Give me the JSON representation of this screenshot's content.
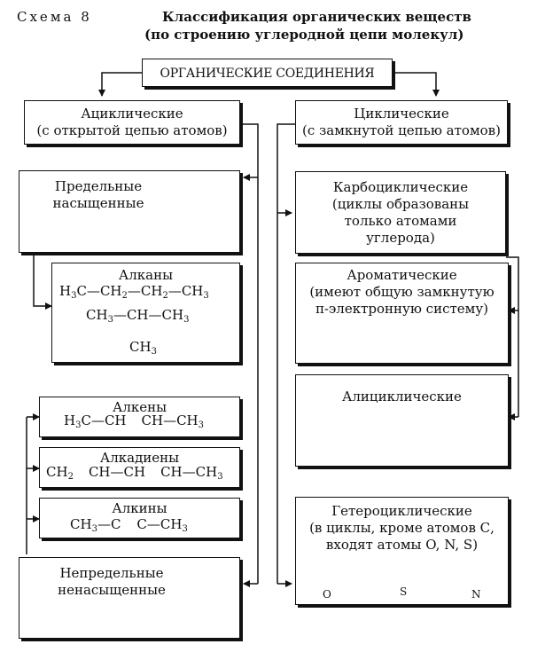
{
  "header": {
    "scheme_label": "Схема 8",
    "title_line1": "Классификация органических веществ",
    "title_line2": "(по строению углеродной цепи молекул)"
  },
  "root": {
    "label": "ОРГАНИЧЕСКИЕ СОЕДИНЕНИЯ"
  },
  "acyclic": {
    "line1": "Ациклические",
    "line2": "(с открытой цепью атомов)"
  },
  "cyclic": {
    "line1": "Циклические",
    "line2": "(с замкнутой цепью атомов)"
  },
  "saturated": {
    "line1": "Предельные",
    "line2": "насыщенные"
  },
  "alkanes": {
    "title": "Алканы",
    "f1": {
      "a": "H",
      "a_sub": "3",
      "b": "C—CH",
      "b_sub": "2",
      "c": "—CH",
      "c_sub": "2",
      "d": "—CH",
      "d_sub": "3"
    },
    "f2": {
      "a": "CH",
      "a_sub": "3",
      "b": "—CH—CH",
      "b_sub": "3"
    },
    "f3": {
      "a": "CH",
      "a_sub": "3"
    }
  },
  "alkenes": {
    "title": "Алкены",
    "f": {
      "a": "H",
      "a_sub": "3",
      "b": "C—CH",
      "c": "CH—CH",
      "c_sub": "3"
    }
  },
  "alkadienes": {
    "title": "Алкадиены",
    "f": {
      "a": "CH",
      "a_sub": "2",
      "b": "CH—CH",
      "c": "CH—CH",
      "c_sub": "3"
    }
  },
  "alkynes": {
    "title": "Алкины",
    "f": {
      "a": "CH",
      "a_sub": "3",
      "b": "—C",
      "c": "C—CH",
      "c_sub": "3"
    }
  },
  "unsaturated": {
    "line1": "Непредельные",
    "line2": "ненасыщенные"
  },
  "carbocyclic": {
    "line1": "Карбоциклические",
    "line2": "(циклы образованы",
    "line3": "только атомами",
    "line4": "углерода)"
  },
  "aromatic": {
    "line1": "Ароматические",
    "line2": "(имеют общую замкнутую",
    "line3": "π-электронную систему)"
  },
  "alicyclic": {
    "label": "Алициклические"
  },
  "heterocyclic": {
    "line1": "Гетероциклические",
    "line2": "(в циклы, кроме атомов С,",
    "line3": "входят атомы O, N, S)",
    "atom_o": "O",
    "atom_s": "S",
    "atom_n": "N"
  }
}
